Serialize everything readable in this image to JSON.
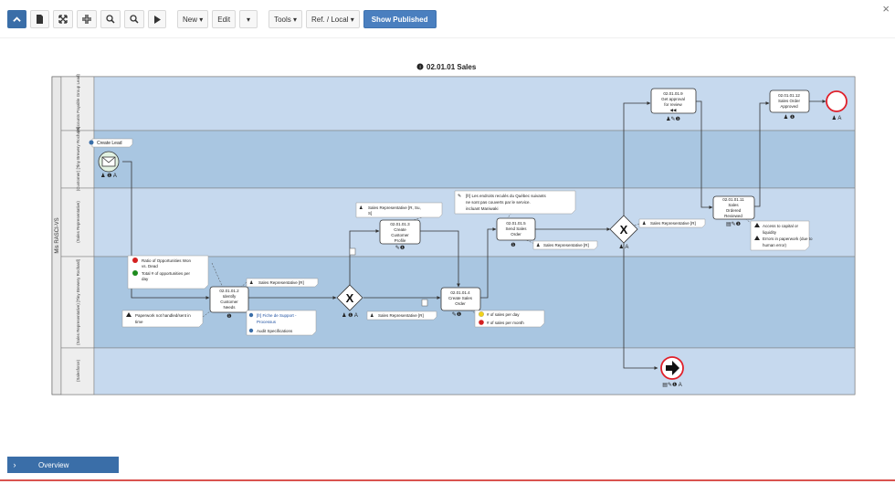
{
  "toolbar": {
    "new_label": "New",
    "edit_label": "Edit",
    "tools_label": "Tools",
    "ref_label": "Ref. / Local",
    "show_published_label": "Show Published"
  },
  "diagram": {
    "title": "02.01.01 Sales",
    "pool_label": "Mis RASCI-VS",
    "lanes": [
      "(Accounts Payable Group Lead)",
      "(Customer) [Tiny Brewery Rochard]",
      "(Sales Representative)",
      "(Sales Representative) [Tiny Brewery Rochard]",
      "(Salesforce)"
    ],
    "start_label": "Create Lead",
    "tasks": {
      "identify": [
        "02.01.01.2",
        "Identify",
        "Customer",
        "Needs"
      ],
      "create_profile": [
        "02.01.01.3",
        "Create",
        "Customer",
        "Profile"
      ],
      "create_order": [
        "02.01.01.4",
        "Create Sales",
        "Order"
      ],
      "send_order": [
        "02.01.01.5",
        "Send Sales",
        "Order"
      ],
      "approval": [
        "02.01.01.9",
        "Get approval",
        "for review"
      ],
      "ordered_reviewed": [
        "02.01.01.11",
        "Sales",
        "Ordered",
        "Reviewed"
      ],
      "order_approved": [
        "02.01.01.12",
        "Sales Order",
        "Approved"
      ]
    },
    "notes": {
      "kpi": [
        "Ratio of Opportunities Won",
        "vs. Dead",
        "Total # of opportunities per",
        "day"
      ],
      "risk_paperwork": [
        "Paperwork not handled/sent in",
        "time"
      ],
      "role_identify": "Sales Representative [R]",
      "docs_identify": [
        "[fr] Fiche de Support -",
        "Processus",
        "Audit Specifications"
      ],
      "role_profile": [
        "Sales Representative [R, Su,",
        "S]"
      ],
      "quebec": [
        "[fr] Les endroits reculés du Québec suivants",
        "ne sont pas couverts par le service.",
        "incluant Maniwaki"
      ],
      "role_send": "Sales Representative [R]",
      "role_create_order": "Sales Representative [R]",
      "metrics": [
        "# of sales per day",
        "# of sales per month"
      ],
      "role_review": "Sales Representative [R]",
      "risks_review": [
        "Access to capital or",
        "liquidity",
        "Errors in paperwork (due to",
        "human error)"
      ],
      "approval_mark": "◀◀"
    }
  },
  "colors": {
    "lane_light": "#c6d9ee",
    "lane_dark": "#a9c6e1",
    "accent": "#3a6ea8",
    "end_red": "#e0202a"
  },
  "overview_label": "Overview"
}
